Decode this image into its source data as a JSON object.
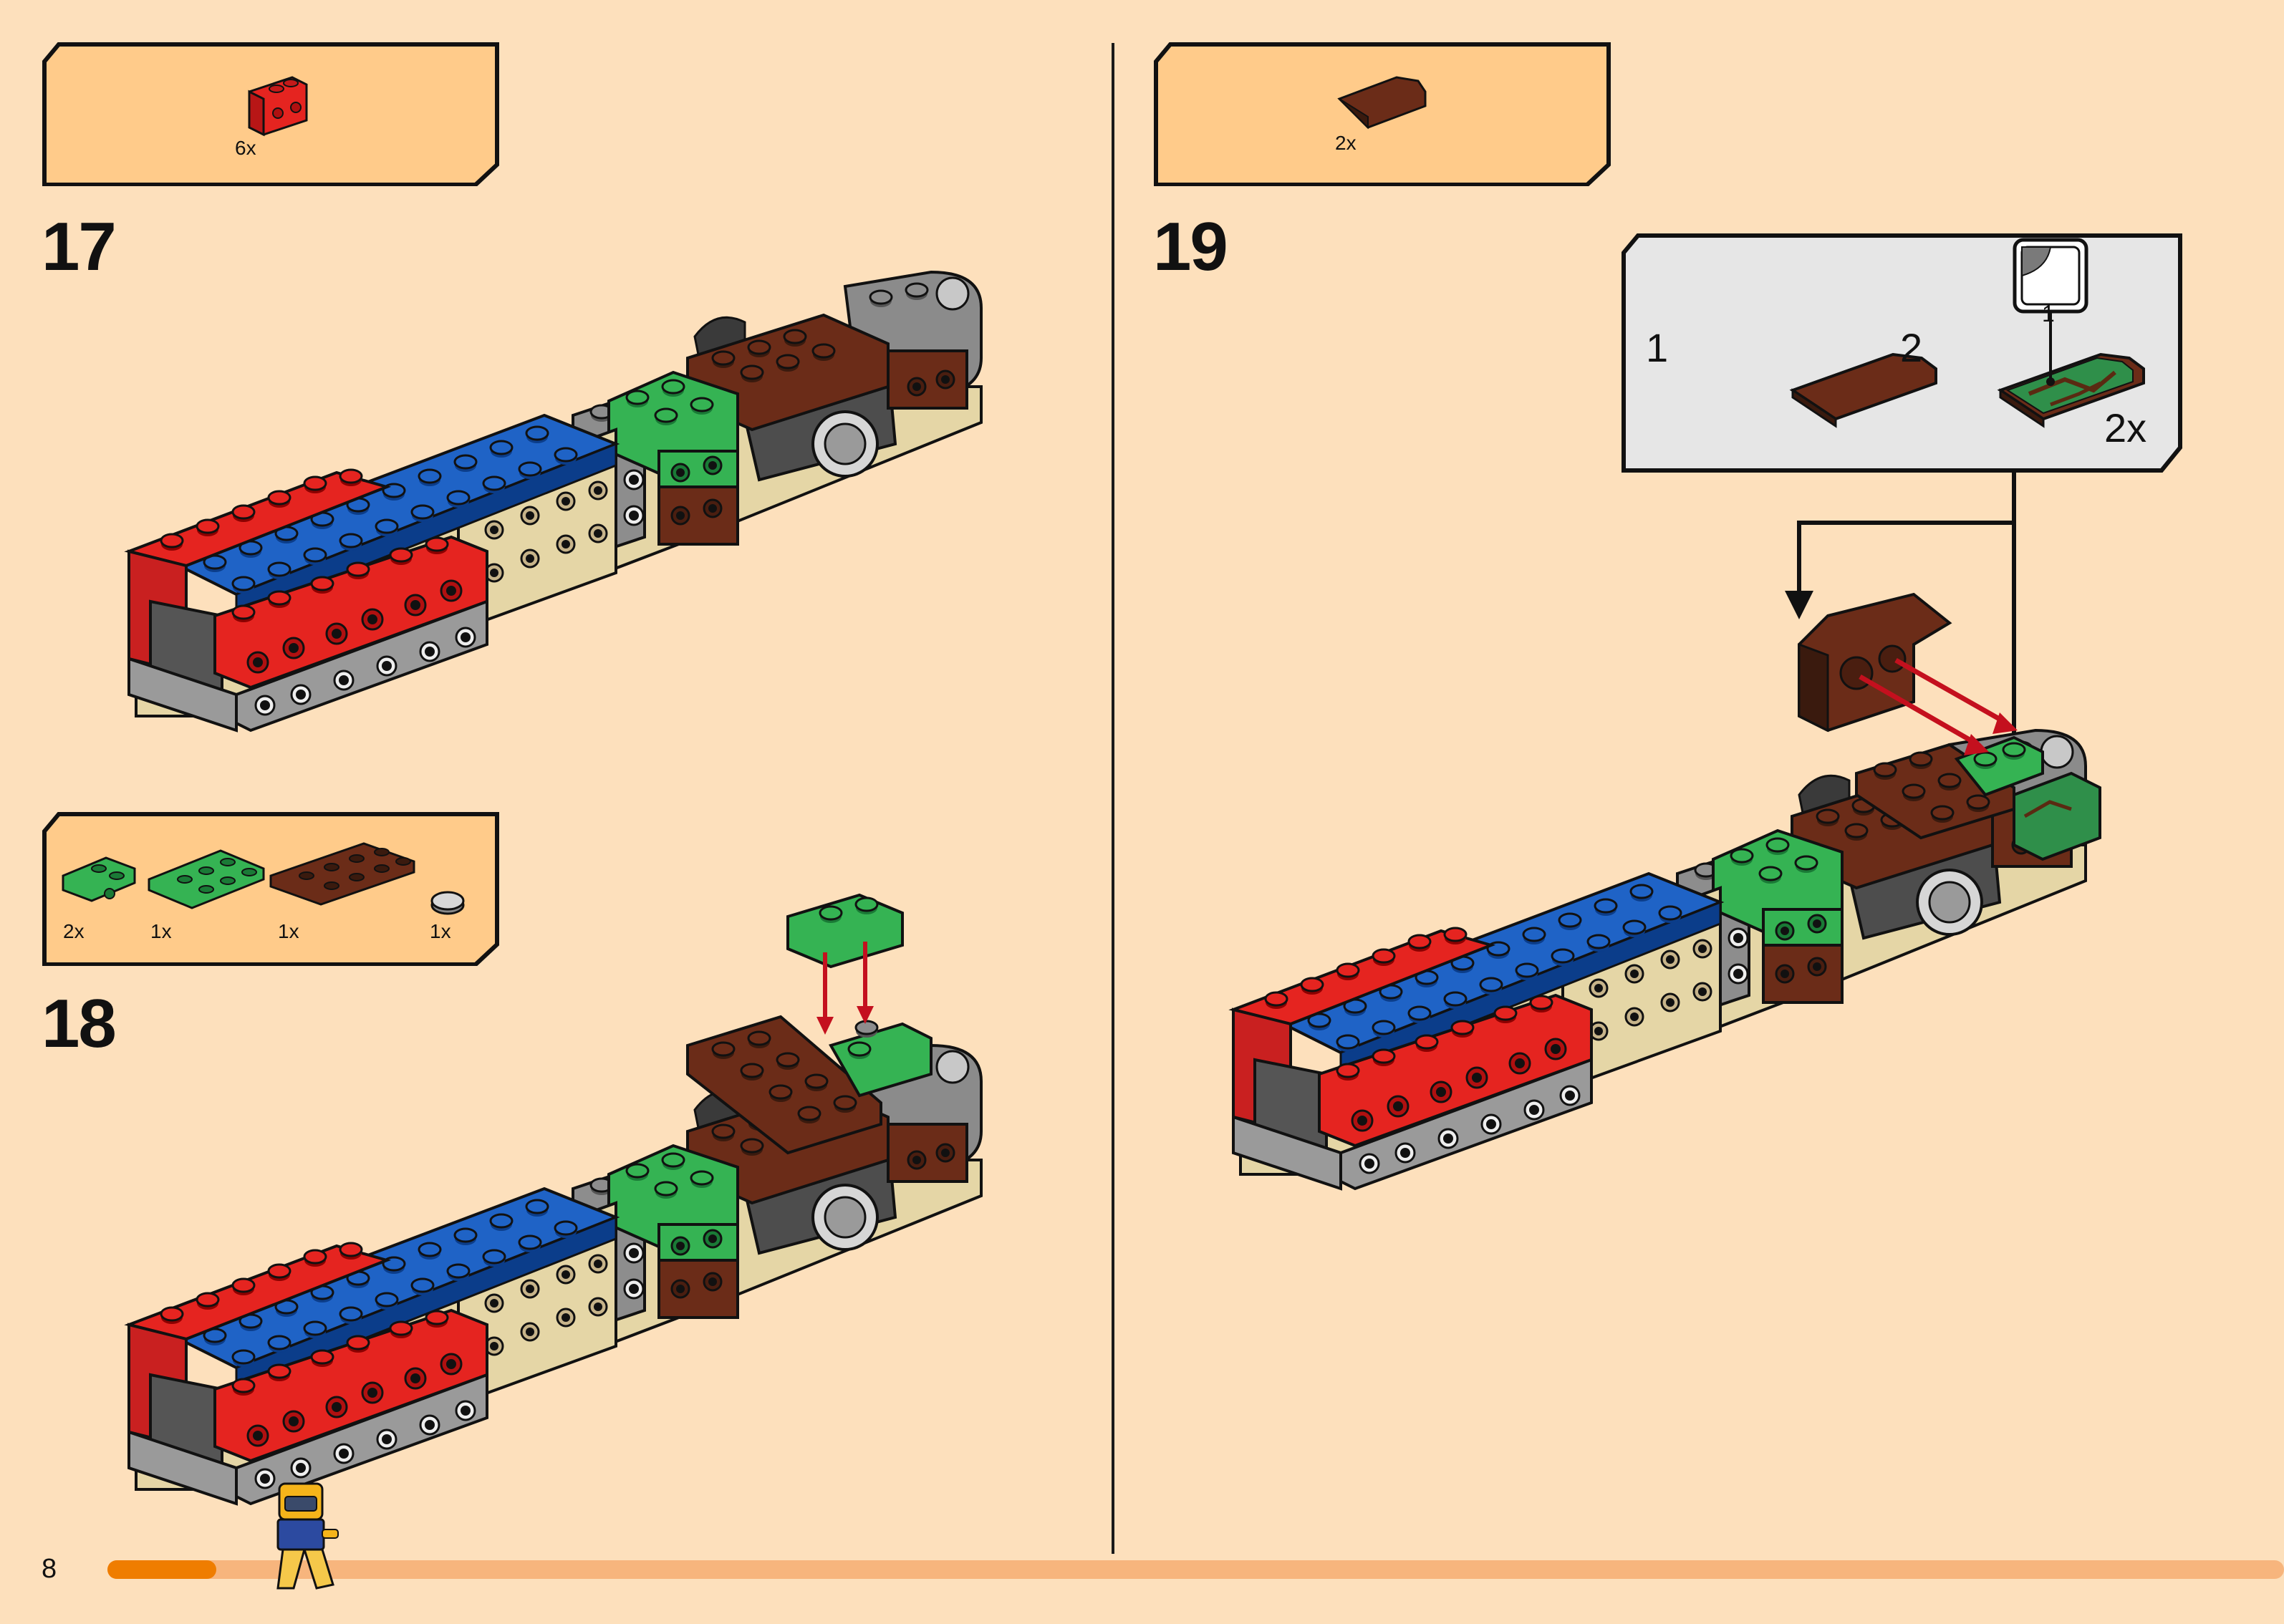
{
  "page": {
    "number": "8",
    "progress_fraction": 0.05
  },
  "steps": [
    {
      "number": "17",
      "parts": [
        {
          "name": "red-brick-1x2-icon",
          "qty": "6x"
        }
      ]
    },
    {
      "number": "18",
      "parts": [
        {
          "name": "green-plate-with-pin-icon",
          "qty": "2x"
        },
        {
          "name": "green-plate-2x3-icon",
          "qty": "1x"
        },
        {
          "name": "brown-plate-2x4-icon",
          "qty": "1x"
        },
        {
          "name": "grey-round-tile-icon",
          "qty": "1x"
        }
      ]
    },
    {
      "number": "19",
      "parts": [
        {
          "name": "brown-wedge-tile-icon",
          "qty": "2x"
        }
      ],
      "callout": {
        "sub1": "1",
        "sub2": "2",
        "sticker": "1",
        "qty": "2x"
      }
    }
  ],
  "colors": {
    "background": "#fde0bc",
    "parts_box": "#ffcb8a",
    "progress": "#ef7d00",
    "progress_track": "#f7b57d"
  }
}
